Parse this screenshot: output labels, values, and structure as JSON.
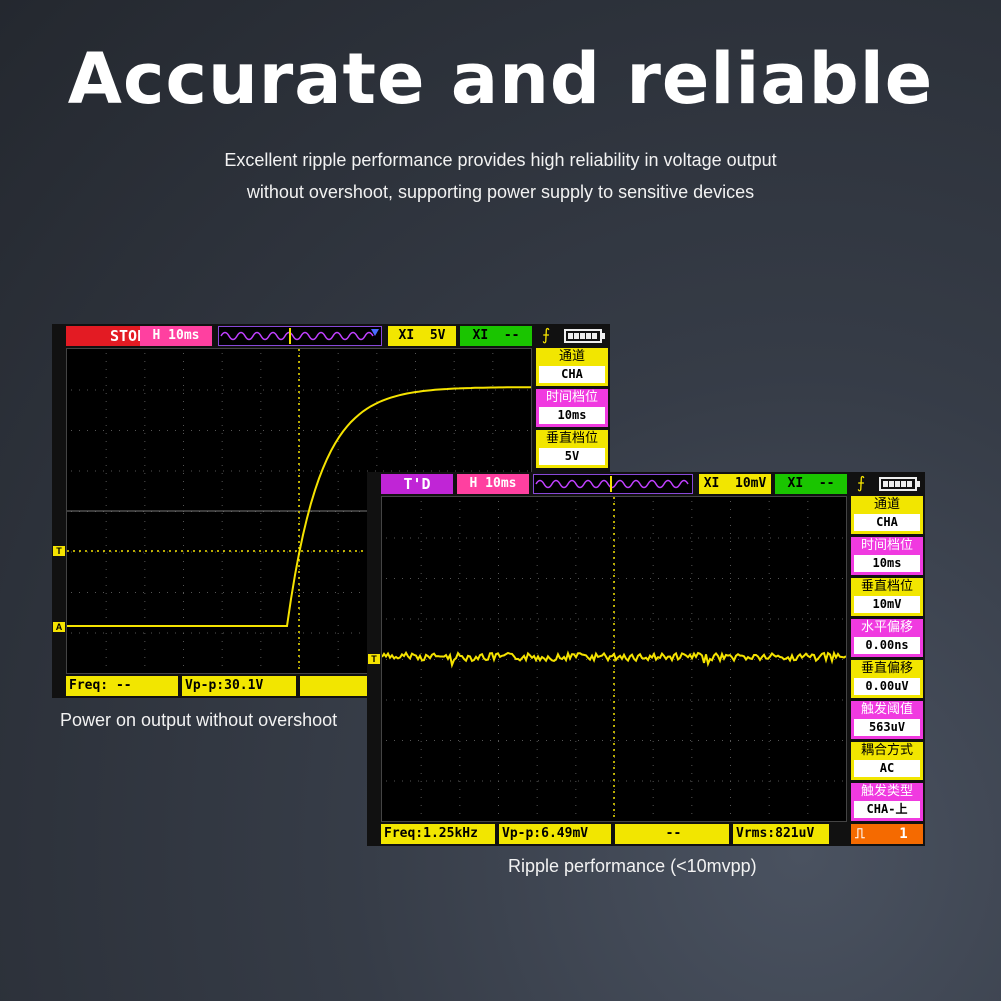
{
  "page": {
    "title": "Accurate and reliable",
    "subtitle_line1": "Excellent ripple performance provides high reliability in voltage output",
    "subtitle_line2": "without overshoot, supporting power supply to sensitive devices",
    "caption_left": "Power on output without overshoot",
    "caption_right": "Ripple performance (<10mvpp)"
  },
  "colors": {
    "trace": "#f5e300",
    "stop": "#e31b23",
    "td": "#c025d6",
    "timebase": "#ff40a0"
  },
  "scope1": {
    "status": "STOP",
    "timebase": "H 10ms",
    "volt_tag": "5V",
    "xl_label": "XI",
    "coupling_tag": "--",
    "trigger_icon": "trigger-edge-icon",
    "trigger_marker": "T",
    "channel_marker": "A",
    "freq": "Freq: --",
    "vpp": "Vp-p:30.1V",
    "extra": "--",
    "panel": [
      {
        "label": "通道",
        "value": "CHA",
        "style": "y"
      },
      {
        "label": "时间档位",
        "value": "10ms",
        "style": "m"
      },
      {
        "label": "垂直档位",
        "value": "5V",
        "style": "y"
      }
    ]
  },
  "scope2": {
    "status": "T'D",
    "timebase": "H 10ms",
    "volt_tag": "10mV",
    "xl_label": "XI",
    "coupling_tag": "--",
    "trigger_icon": "trigger-edge-icon",
    "trigger_marker": "T",
    "freq": "Freq:1.25kHz",
    "vpp": "Vp-p:6.49mV",
    "extra": "--",
    "vrms": "Vrms:821uV",
    "counter": "1",
    "panel": [
      {
        "label": "通道",
        "value": "CHA",
        "style": "y"
      },
      {
        "label": "时间档位",
        "value": "10ms",
        "style": "m"
      },
      {
        "label": "垂直档位",
        "value": "10mV",
        "style": "y"
      },
      {
        "label": "水平偏移",
        "value": "0.00ns",
        "style": "m"
      },
      {
        "label": "垂直偏移",
        "value": "0.00uV",
        "style": "y"
      },
      {
        "label": "触发阈值",
        "value": "563uV",
        "style": "m"
      },
      {
        "label": "耦合方式",
        "value": "AC",
        "style": "y"
      },
      {
        "label": "触发类型",
        "value": "CHA-上",
        "style": "m"
      }
    ]
  }
}
